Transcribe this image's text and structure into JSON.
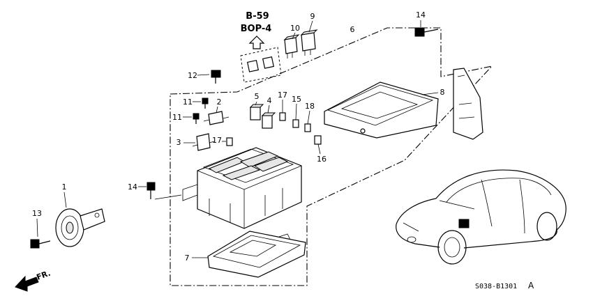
{
  "references": {
    "ref_1": "B-59",
    "ref_2": "BOP-4"
  },
  "callouts": {
    "c1": "1",
    "c2": "2",
    "c3": "3",
    "c4": "4",
    "c5": "5",
    "c6": "6",
    "c7": "7",
    "c8": "8",
    "c9": "9",
    "c10": "10",
    "c11a": "11",
    "c11b": "11",
    "c12": "12",
    "c13": "13",
    "c14a": "14",
    "c14b": "14",
    "c15": "15",
    "c16": "16",
    "c17a": "17",
    "c17b": "17",
    "c18": "18"
  },
  "direction_label": "FR.",
  "diagram_code": "S038-B1301",
  "diagram_code_suffix": "A"
}
